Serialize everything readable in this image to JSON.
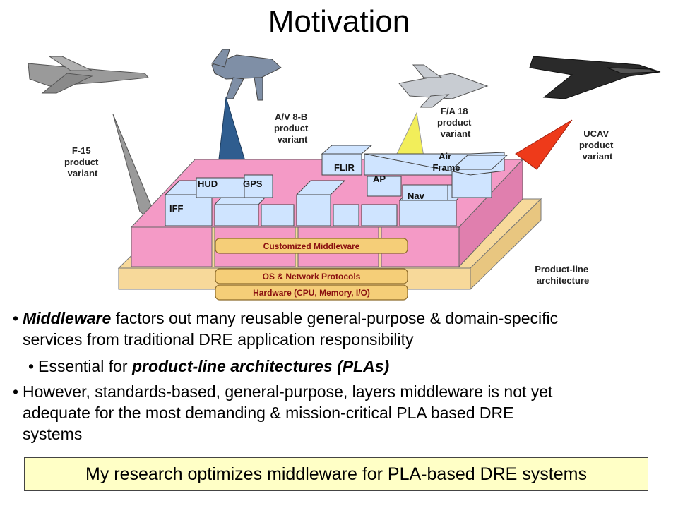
{
  "slide": {
    "title": "Motivation"
  },
  "diagram": {
    "variants": [
      {
        "name": "f15",
        "label_lines": [
          "F-15",
          "product",
          "variant"
        ]
      },
      {
        "name": "av8b",
        "label_lines": [
          "A/V 8-B",
          "product",
          "variant"
        ]
      },
      {
        "name": "fa18",
        "label_lines": [
          "F/A 18",
          "product",
          "variant"
        ]
      },
      {
        "name": "ucav",
        "label_lines": [
          "UCAV",
          "product",
          "variant"
        ]
      }
    ],
    "components": {
      "iff": "IFF",
      "hud": "HUD",
      "gps": "GPS",
      "flir": "FLIR",
      "ap": "AP",
      "nav": "Nav",
      "air_frame_lines": [
        "Air",
        "Frame"
      ]
    },
    "layers": {
      "middleware": "Customized Middleware",
      "os": "OS & Network Protocols",
      "hardware": "Hardware (CPU, Memory, I/O)"
    },
    "pla_label_lines": [
      "Product-line",
      "architecture"
    ],
    "colors": {
      "pink": "#f49ac6",
      "tan": "#f7d99a",
      "component": "#cfe4ff",
      "layer_bar": "#f5ce78",
      "layer_text": "#8a1010",
      "cone_f15": "#9a9a9a",
      "cone_av8b": "#2f5d8f",
      "cone_fa18": "#f2ee5a",
      "cone_ucav": "#ee3a1a"
    }
  },
  "bullets": {
    "b1_strong": "Middleware",
    "b1_rest_line1": " factors out many reusable general-purpose & domain-specific",
    "b1_line2": "services from traditional DRE application responsibility",
    "b2_prefix": "Essential for ",
    "b2_strong": "product-line architectures (PLAs)",
    "b3_line1": "However, standards-based, general-purpose, layers middleware is not yet",
    "b3_line2": "adequate for the most demanding & mission-critical PLA based DRE",
    "b3_line3": "systems"
  },
  "research_box": {
    "text": "My research optimizes middleware for PLA-based DRE systems",
    "background": "#ffffc6"
  }
}
